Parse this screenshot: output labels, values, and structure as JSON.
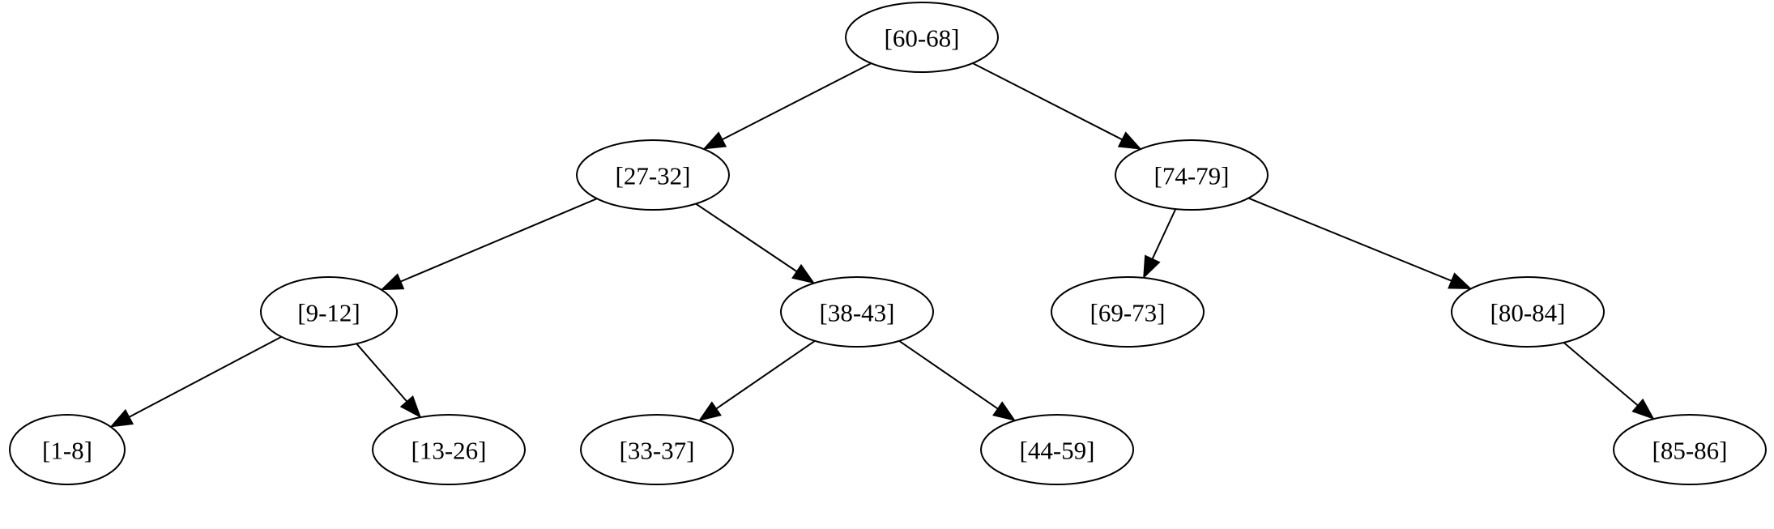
{
  "diagram": {
    "type": "binary-tree",
    "nodes": [
      {
        "id": "n60",
        "label": "[60-68]"
      },
      {
        "id": "n27",
        "label": "[27-32]"
      },
      {
        "id": "n74",
        "label": "[74-79]"
      },
      {
        "id": "n9",
        "label": "[9-12]"
      },
      {
        "id": "n38",
        "label": "[38-43]"
      },
      {
        "id": "n69",
        "label": "[69-73]"
      },
      {
        "id": "n80",
        "label": "[80-84]"
      },
      {
        "id": "n1",
        "label": "[1-8]"
      },
      {
        "id": "n13",
        "label": "[13-26]"
      },
      {
        "id": "n33",
        "label": "[33-37]"
      },
      {
        "id": "n44",
        "label": "[44-59]"
      },
      {
        "id": "n85",
        "label": "[85-86]"
      }
    ],
    "edges": [
      {
        "from": "n60",
        "to": "n27"
      },
      {
        "from": "n60",
        "to": "n74"
      },
      {
        "from": "n27",
        "to": "n9"
      },
      {
        "from": "n27",
        "to": "n38"
      },
      {
        "from": "n74",
        "to": "n69"
      },
      {
        "from": "n74",
        "to": "n80"
      },
      {
        "from": "n9",
        "to": "n1"
      },
      {
        "from": "n9",
        "to": "n13"
      },
      {
        "from": "n38",
        "to": "n33"
      },
      {
        "from": "n38",
        "to": "n44"
      },
      {
        "from": "n80",
        "to": "n85"
      }
    ]
  },
  "colors": {
    "stroke": "#000000",
    "background": "#ffffff"
  }
}
